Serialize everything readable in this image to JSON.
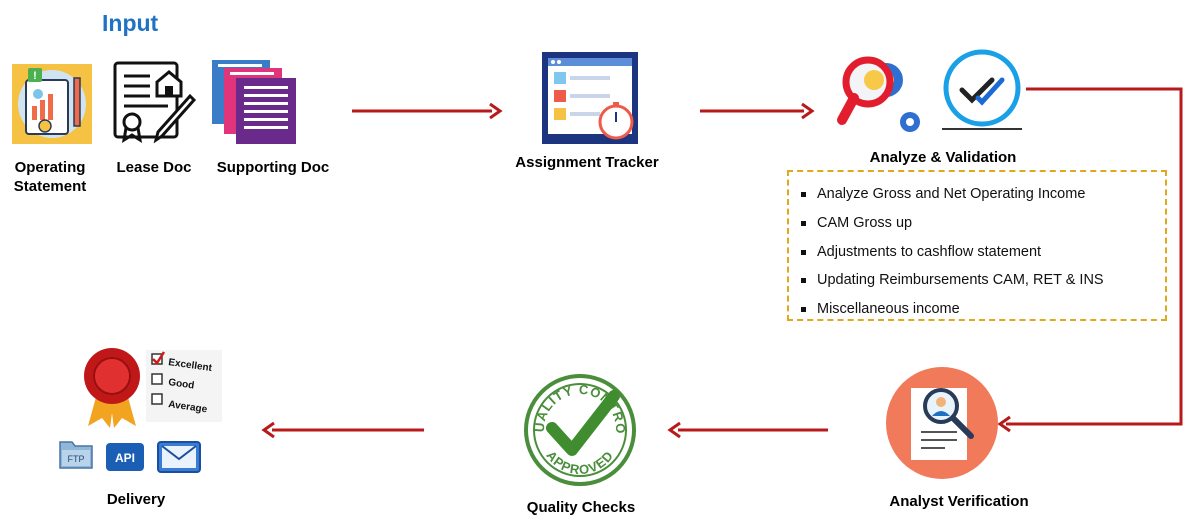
{
  "input_title": "Input",
  "stages": {
    "operating_statement": "Operating\nStatement",
    "lease_doc": "Lease Doc",
    "supporting_doc": "Supporting Doc",
    "assignment_tracker": "Assignment Tracker",
    "analyze_validation": "Analyze & Validation",
    "analyst_verification": "Analyst Verification",
    "quality_checks": "Quality Checks",
    "delivery": "Delivery"
  },
  "analysis_tasks": [
    "Analyze Gross and Net Operating Income",
    "CAM Gross up",
    "Adjustments to cashflow statement",
    "Updating Reimbursements CAM, RET & INS",
    "Miscellaneous income"
  ],
  "rating_labels": [
    "Excellent",
    "Good",
    "Average"
  ],
  "delivery_channels": [
    "FTP",
    "API",
    "email"
  ],
  "quality_stamp": {
    "top": "QUALITY CONTROL",
    "bottom": "APPROVED"
  },
  "colors": {
    "arrow": "#b81a1a",
    "title": "#1f72c4",
    "box_border": "#e0a81c"
  }
}
